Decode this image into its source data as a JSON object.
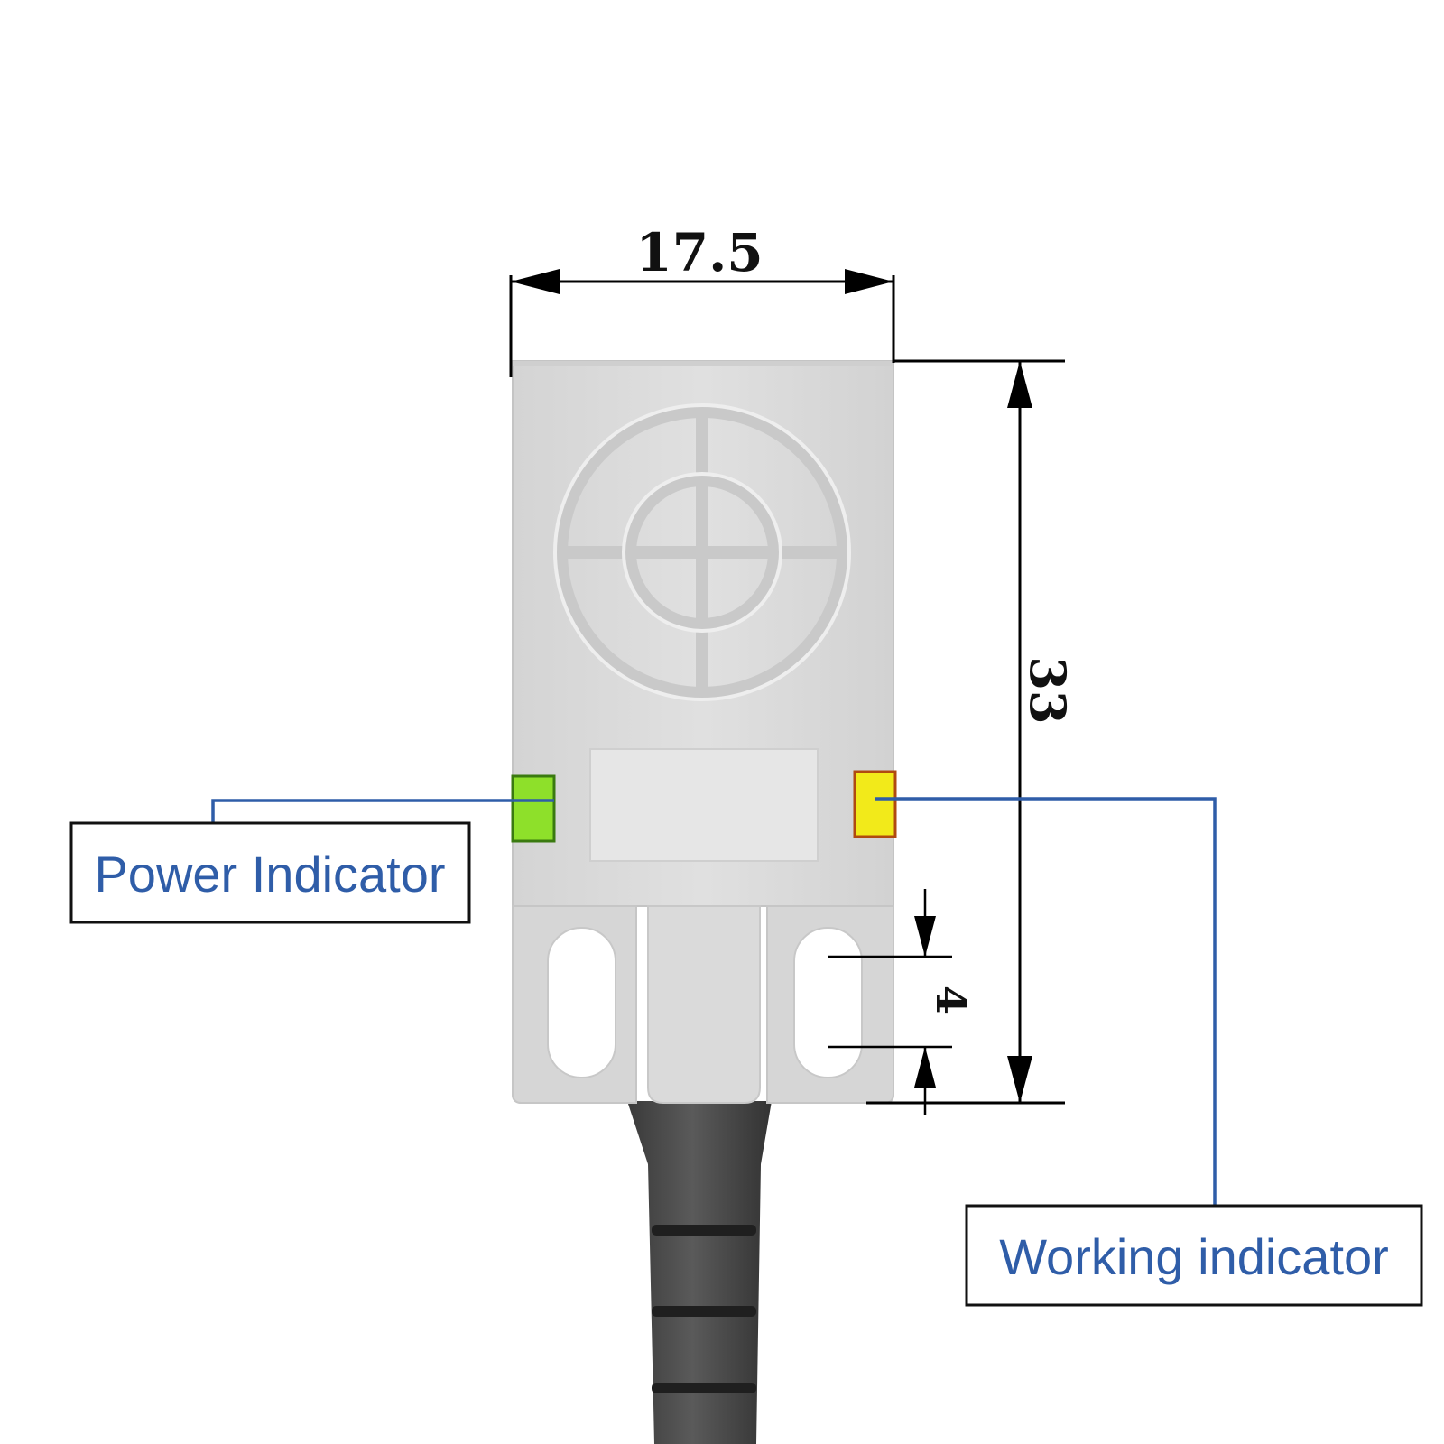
{
  "dimensions": {
    "width": "17.5",
    "height": "33",
    "slot": "4"
  },
  "callouts": {
    "power": "Power Indicator",
    "working": "Working indicator"
  },
  "colors": {
    "body": "#dcdcdc",
    "body_edge": "#c4c4c4",
    "cable": "#4a4a4a",
    "leader_line": "#2f5da8",
    "label_text": "#2f5da8",
    "power_led": "#8ee02a",
    "working_led": "#f2ea1a",
    "dimension_line": "#000000"
  },
  "icons": {
    "sensing_face": "target-crosshair-icon"
  }
}
